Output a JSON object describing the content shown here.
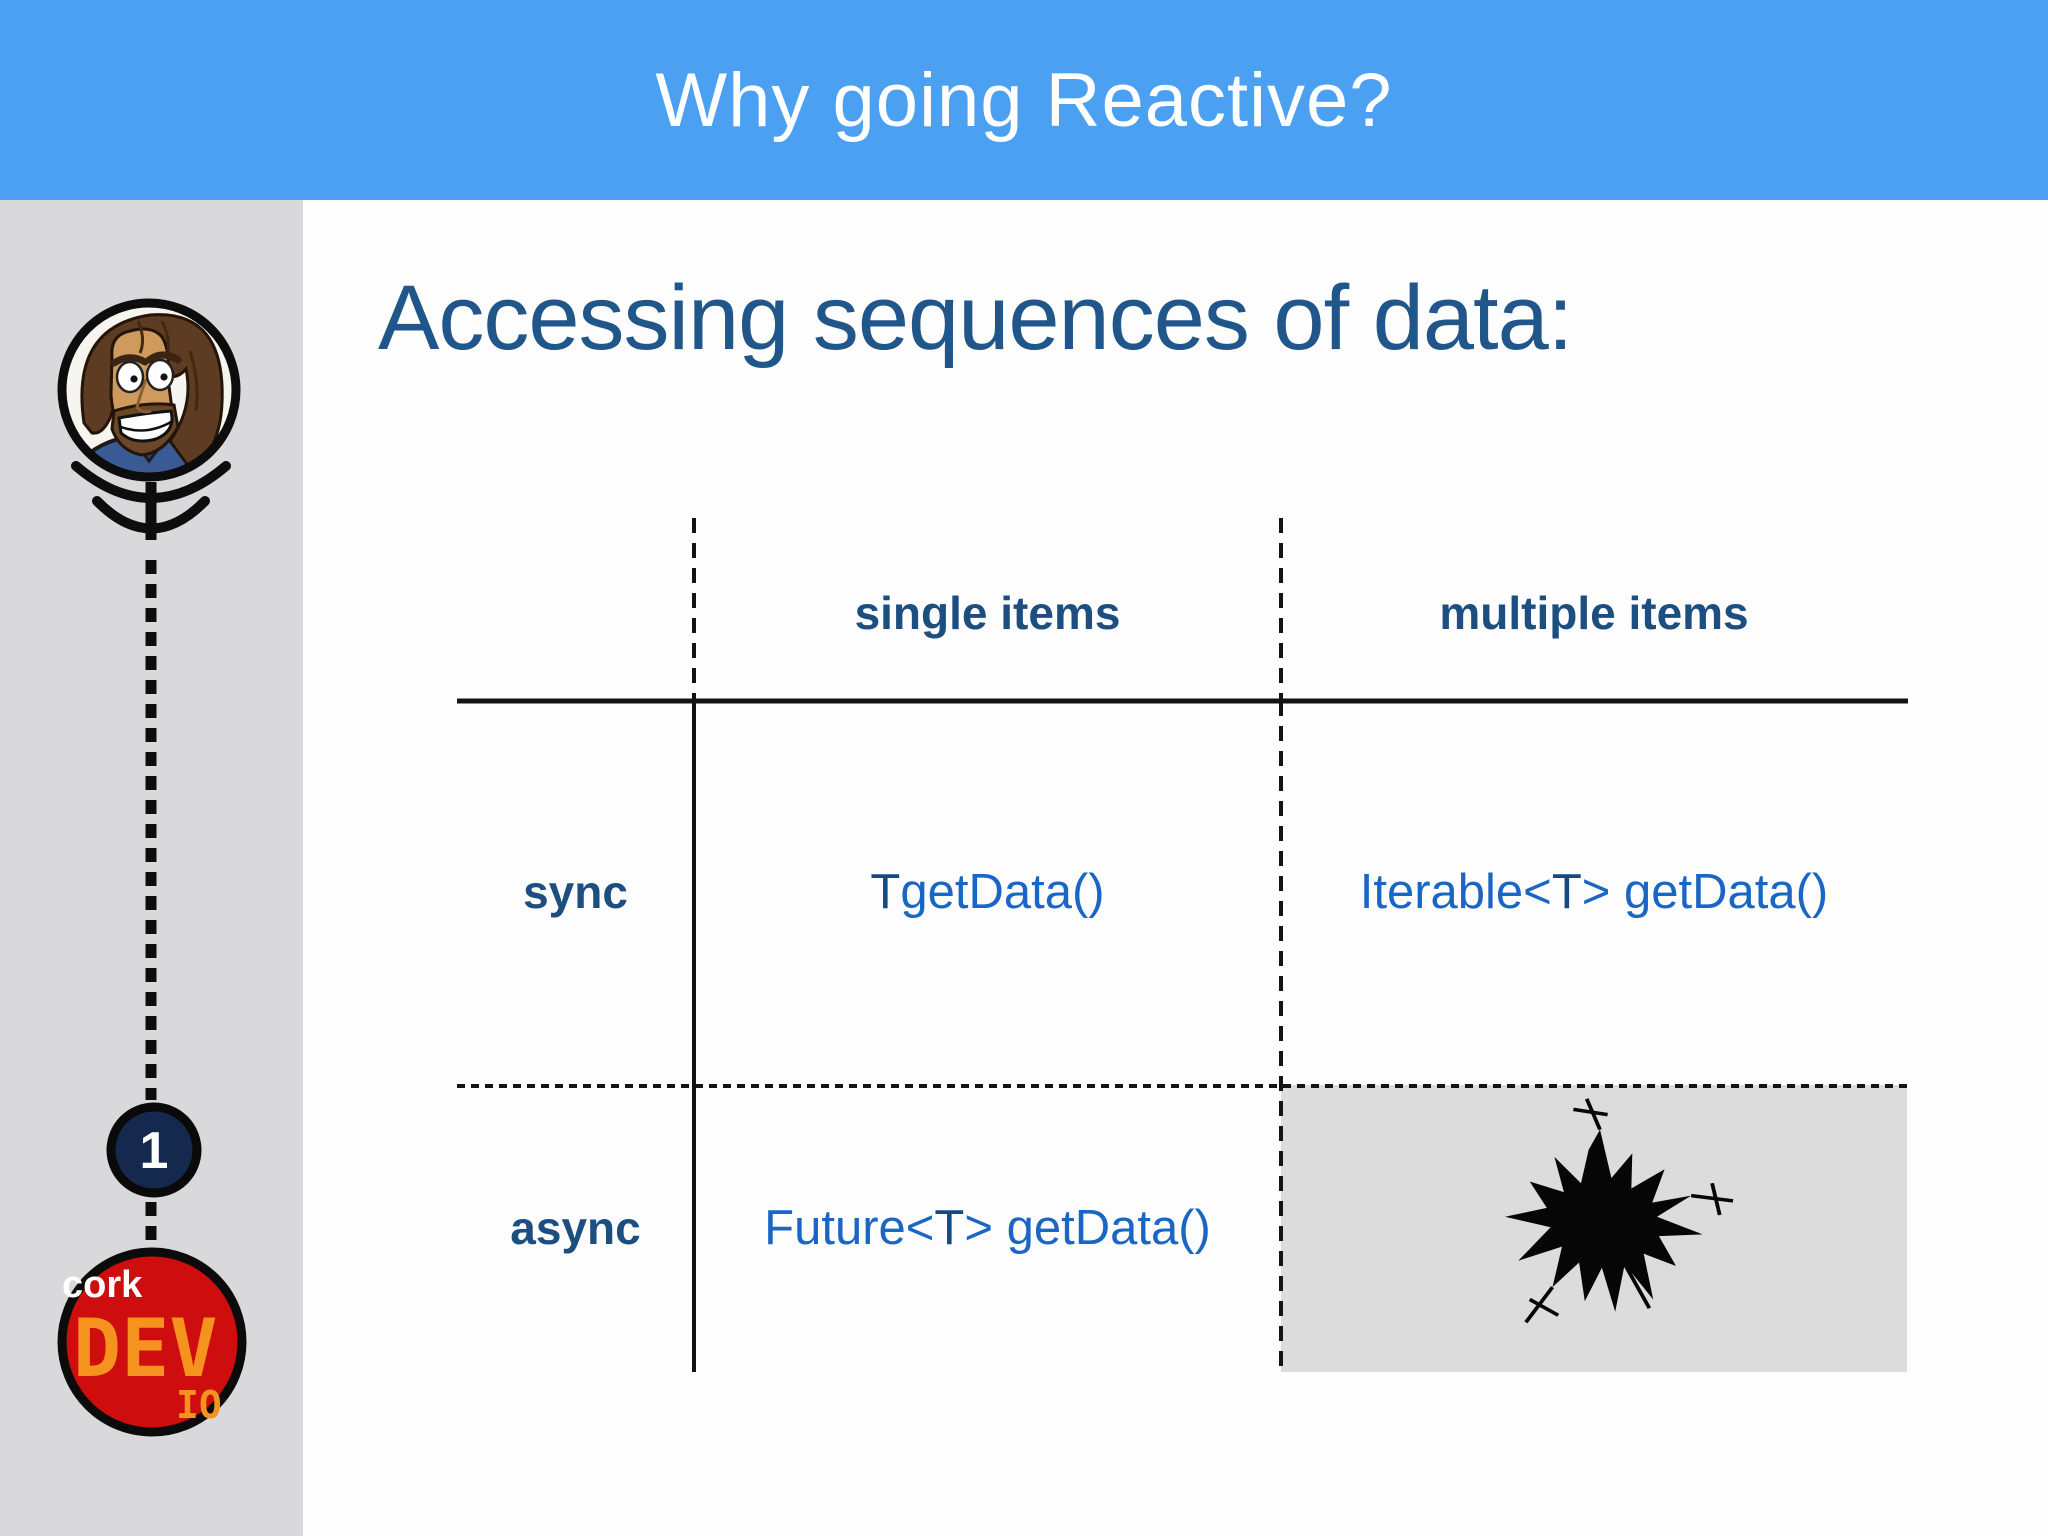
{
  "header": {
    "title": "Why going Reactive?",
    "bg_color": "#4ba0f2"
  },
  "sidebar": {
    "step_badge": "1",
    "badge_color": "#14294d",
    "logo": {
      "line1": "cork",
      "line2": "DEV",
      "line3": "IO",
      "red": "#ce0e0e",
      "orange": "#f6921e"
    }
  },
  "main": {
    "heading": "Accessing sequences of data:"
  },
  "table": {
    "col_headers": [
      "single items",
      "multiple items"
    ],
    "row_headers": [
      "sync",
      "async"
    ],
    "cells": {
      "sync_single": {
        "a": "",
        "b": "T",
        "c": " getData()"
      },
      "sync_multiple": {
        "a": "Iterable<",
        "b": "T",
        "c": "> getData()"
      },
      "async_single": {
        "a": "Future<",
        "b": "T",
        "c": "> getData()"
      },
      "async_multiple": {
        "icon": "broken-hole-splat"
      }
    }
  },
  "colors": {
    "heading_text": "#20568a",
    "table_header_text": "#1d4e80",
    "code_blue": "#1a66c4",
    "code_type_navy": "#17497f",
    "sidebar_gray": "#d9d9dc",
    "cell_gray": "#dcdcdc",
    "line_black": "#141414"
  }
}
